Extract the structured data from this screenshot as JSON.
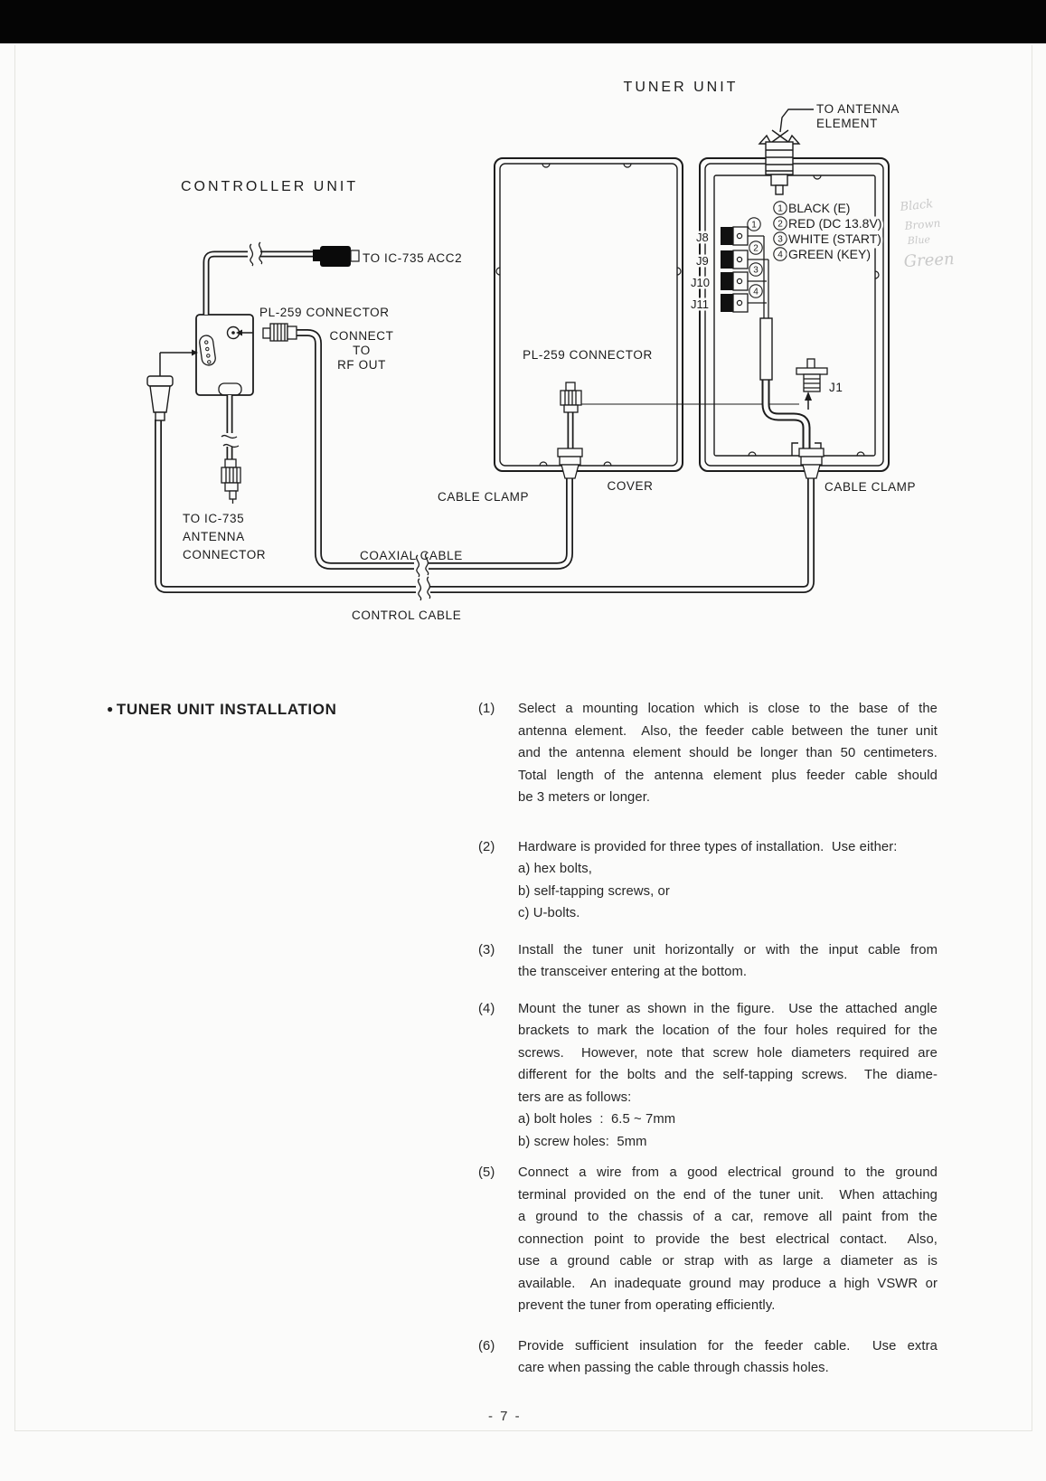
{
  "page": {
    "number": "- 7 -"
  },
  "diagram": {
    "tuner_unit_title": "TUNER UNIT",
    "controller_unit_title": "CONTROLLER UNIT",
    "to_antenna_element": [
      "TO ANTENNA",
      "ELEMENT"
    ],
    "to_ic735_acc2": "TO IC-735 ACC2",
    "pl259_controller": "PL-259 CONNECTOR",
    "pl259_cover": "PL-259 CONNECTOR",
    "connect_to_rf_out": [
      "CONNECT",
      "TO",
      "RF OUT"
    ],
    "to_ic735_antenna": [
      "TO IC-735",
      "ANTENNA",
      "CONNECTOR"
    ],
    "cover_label": "COVER",
    "cable_clamp_left": "CABLE CLAMP",
    "cable_clamp_right": "CABLE CLAMP",
    "coaxial_cable": "COAXIAL CABLE",
    "control_cable": "CONTROL CABLE",
    "j1": "J1",
    "jacks": [
      "J8",
      "J9",
      "J10",
      "J11"
    ],
    "wires": [
      {
        "num": "1",
        "label": "BLACK (E)"
      },
      {
        "num": "2",
        "label": "RED (DC 13.8V)"
      },
      {
        "num": "3",
        "label": "WHITE (START)"
      },
      {
        "num": "4",
        "label": "GREEN (KEY)"
      }
    ],
    "handwritten": [
      "Black",
      "Brown",
      "Blue",
      "Green"
    ]
  },
  "content": {
    "heading_bullet": "●",
    "heading": "TUNER UNIT INSTALLATION",
    "items": [
      {
        "num": "(1)",
        "lines": [
          "Select a mounting location which is close to the base of the",
          "antenna element.  Also, the feeder cable between the tuner unit",
          "and the antenna element should be longer than 50 centimeters.",
          "Total length of the antenna element plus feeder cable should",
          "be 3 meters or longer."
        ],
        "subs": []
      },
      {
        "num": "(2)",
        "lines": [
          "Hardware is provided for three types of installation.  Use either:"
        ],
        "subs": [
          "a) hex bolts,",
          "b) self-tapping screws, or",
          "c) U-bolts."
        ]
      },
      {
        "num": "(3)",
        "lines": [
          "Install the tuner unit horizontally or with the input cable from",
          "the transceiver entering at the bottom."
        ],
        "subs": []
      },
      {
        "num": "(4)",
        "lines": [
          "Mount the tuner as shown in the figure.  Use the attached angle",
          "brackets to mark the location of the four holes required for the",
          "screws.  However, note that screw hole diameters required are",
          "different for the bolts and the self-tapping screws.  The diame-",
          "ters are as follows:"
        ],
        "subs": [
          "a) bolt holes  :  6.5 ~ 7mm",
          "b) screw holes:  5mm"
        ]
      },
      {
        "num": "(5)",
        "lines": [
          "Connect a wire from a good electrical ground to the ground",
          "terminal provided on the end of the tuner unit.  When attaching",
          "a ground to the chassis of a car, remove all paint from the",
          "connection point to provide the best electrical contact.  Also,",
          "use a ground cable or strap with as large a diameter as is",
          "available.  An inadequate ground may produce a high VSWR or",
          "prevent the tuner from operating efficiently."
        ],
        "subs": []
      },
      {
        "num": "(6)",
        "lines": [
          "Provide sufficient insulation for the feeder cable.  Use extra",
          "care when passing the cable through chassis holes."
        ],
        "subs": []
      }
    ]
  }
}
